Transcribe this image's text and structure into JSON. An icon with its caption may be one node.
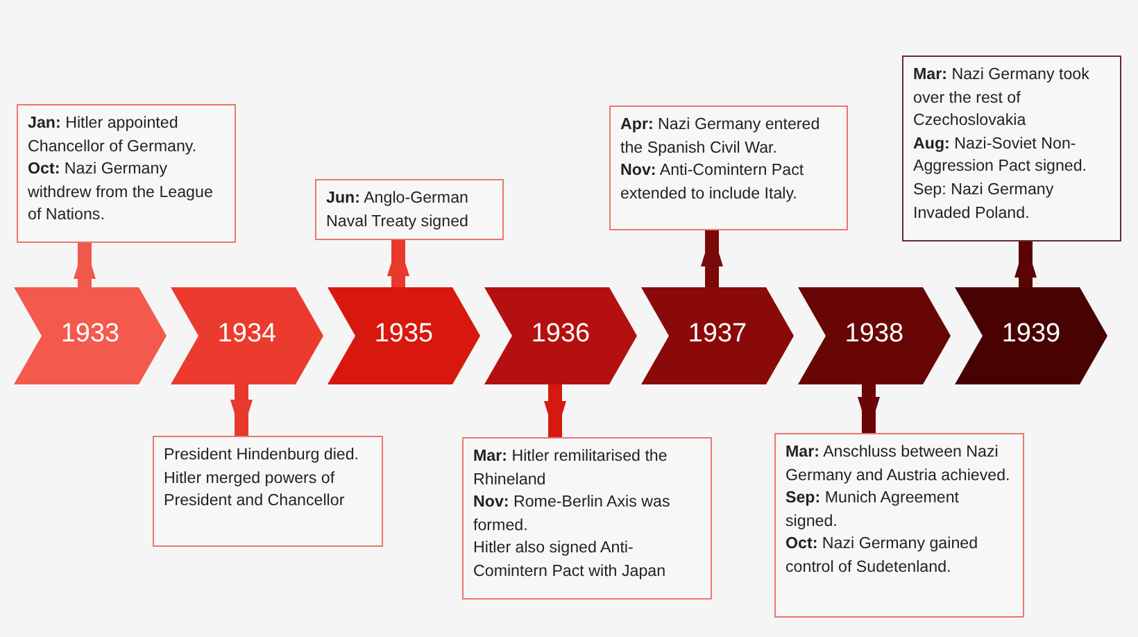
{
  "diagram": {
    "nodes": [
      {
        "text": [
          "1933"
        ]
      },
      {
        "text": [
          "1934"
        ]
      },
      {
        "text": [
          "1935"
        ]
      },
      {
        "text": [
          "1936"
        ]
      },
      {
        "text": [
          "1937"
        ]
      },
      {
        "text": [
          "1938"
        ]
      },
      {
        "text": [
          "1939"
        ]
      },
      {
        "text": [
          "**Jan:** Hitler appointed Chancellor of Germany.",
          "**Oct:** Nazi Germany withdrew from the League of Nations."
        ]
      },
      {
        "text": [
          "President Hindenburg died. Hitler merged powers of President and Chancellor"
        ]
      },
      {
        "text": [
          "**Jun:** Anglo-German Naval Treaty signed"
        ]
      },
      {
        "text": [
          "**Mar:** Hitler remilitarised the Rhineland",
          "**Nov:** Rome-Berlin Axis was formed.",
          "Hitler also signed Anti-Comintern Pact with Japan"
        ]
      },
      {
        "text": [
          "**Apr:** Nazi Germany entered the Spanish Civil War.",
          "**Nov:** Anti-Comintern Pact extended to include Italy."
        ]
      },
      {
        "text": [
          "**Mar:** Anschluss between Nazi Germany and Austria achieved.",
          "**Sep:** Munich Agreement signed.",
          "**Oct:** Nazi Germany gained control of Sudetenland."
        ]
      },
      {
        "text": [
          "**Mar:** Nazi Germany took over the rest of Czechoslovakia",
          "**Aug:** Nazi-Soviet Non-Aggression Pact signed.",
          "Sep: Nazi Germany Invaded Poland."
        ]
      }
    ],
    "edges": [
      {
        "from": 0,
        "to": 7,
        "arrow": "to",
        "color": "#f0584c"
      },
      {
        "from": 1,
        "to": 8,
        "arrow": "to",
        "color": "#e8392c"
      },
      {
        "from": 2,
        "to": 9,
        "arrow": "to",
        "color": "#e8392c"
      },
      {
        "from": 3,
        "to": 10,
        "arrow": "to",
        "color": "#d41a10"
      },
      {
        "from": 4,
        "to": 11,
        "arrow": "to",
        "color": "#7a0a0a"
      },
      {
        "from": 5,
        "to": 12,
        "arrow": "to",
        "color": "#6a0606"
      },
      {
        "from": 6,
        "to": 13,
        "arrow": "to",
        "color": "#5a0404"
      }
    ]
  }
}
